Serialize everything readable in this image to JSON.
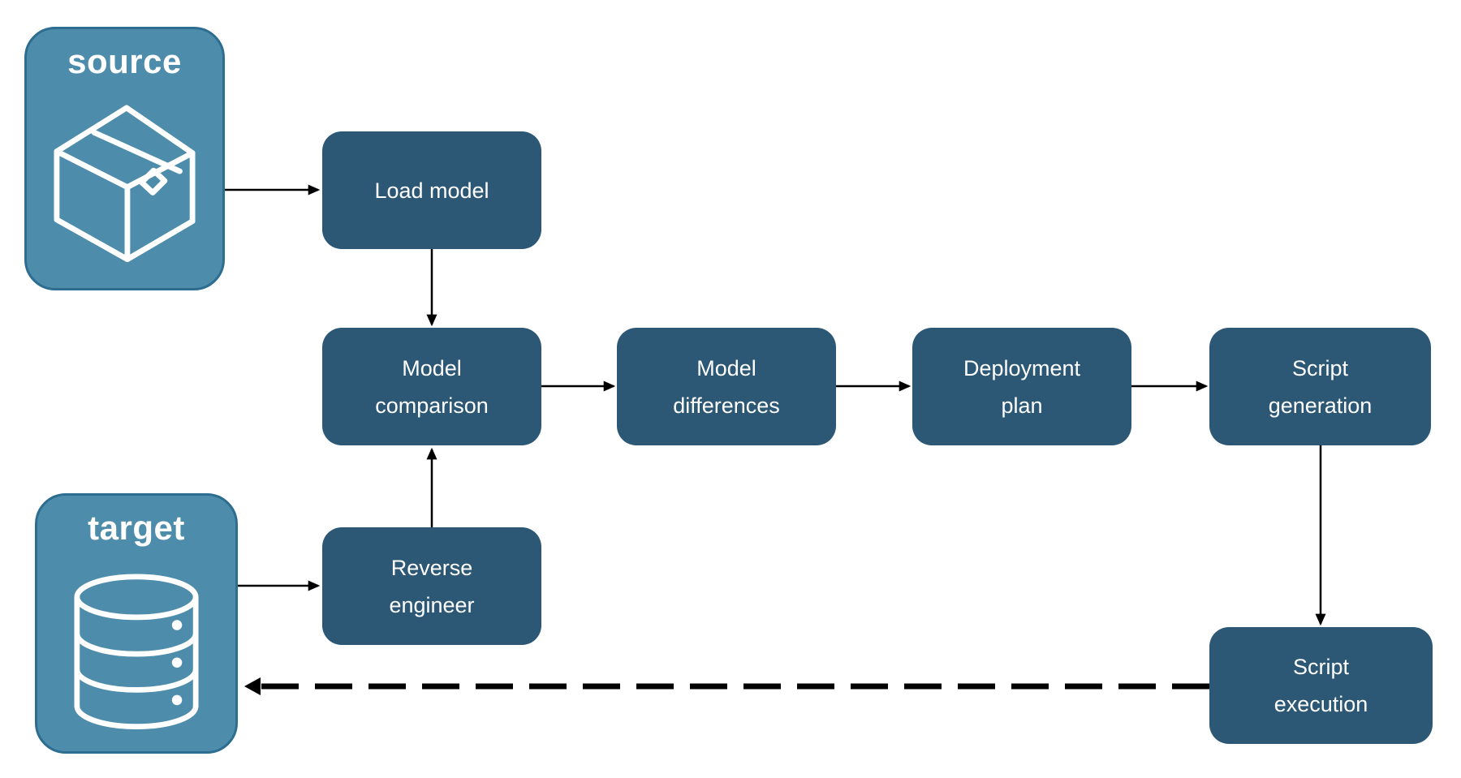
{
  "endpoints": {
    "source": {
      "label": "source",
      "icon": "package-box-icon"
    },
    "target": {
      "label": "target",
      "icon": "database-icon"
    }
  },
  "nodes": {
    "load_model": {
      "label": "Load model"
    },
    "model_comparison": {
      "label": "Model\ncomparison"
    },
    "model_differences": {
      "label": "Model\ndifferences"
    },
    "deployment_plan": {
      "label": "Deployment\nplan"
    },
    "script_generation": {
      "label": "Script\ngeneration"
    },
    "reverse_engineer": {
      "label": "Reverse\nengineer"
    },
    "script_execution": {
      "label": "Script\nexecution"
    }
  },
  "edges": [
    {
      "from": "source",
      "to": "load_model",
      "style": "solid"
    },
    {
      "from": "load_model",
      "to": "model_comparison",
      "style": "solid"
    },
    {
      "from": "model_comparison",
      "to": "model_differences",
      "style": "solid"
    },
    {
      "from": "model_differences",
      "to": "deployment_plan",
      "style": "solid"
    },
    {
      "from": "deployment_plan",
      "to": "script_generation",
      "style": "solid"
    },
    {
      "from": "script_generation",
      "to": "script_execution",
      "style": "solid"
    },
    {
      "from": "target",
      "to": "reverse_engineer",
      "style": "solid"
    },
    {
      "from": "reverse_engineer",
      "to": "model_comparison",
      "style": "solid"
    },
    {
      "from": "script_execution",
      "to": "target",
      "style": "dashed"
    }
  ],
  "colors": {
    "node_fill": "#2C5875",
    "endpoint_fill": "#4E8CAB",
    "endpoint_border": "#2D6D90",
    "label_text": "#FFFFFF",
    "connector": "#000000",
    "background": "#FFFFFF"
  }
}
